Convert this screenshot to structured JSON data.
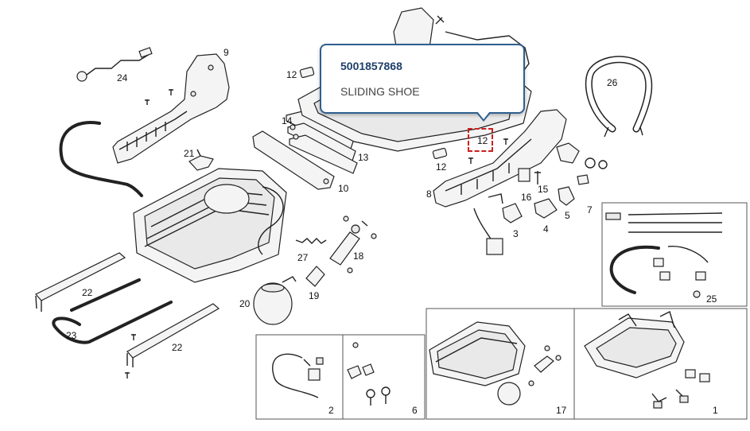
{
  "tooltip": {
    "part_code": "5001857868",
    "description": "SLIDING SHOE"
  },
  "hotspot": {
    "label": "12"
  },
  "callouts": {
    "c1": "1",
    "c2": "2",
    "c3": "3",
    "c4": "4",
    "c5": "5",
    "c6": "6",
    "c7": "7",
    "c8": "8",
    "c9": "9",
    "c10": "10",
    "c12a": "12",
    "c12b": "12",
    "c13": "13",
    "c14": "14",
    "c15": "15",
    "c16": "16",
    "c17": "17",
    "c18": "18",
    "c19": "19",
    "c20": "20",
    "c21": "21",
    "c22a": "22",
    "c22b": "22",
    "c23": "23",
    "c24": "24",
    "c25": "25",
    "c26": "26",
    "c27": "27"
  }
}
